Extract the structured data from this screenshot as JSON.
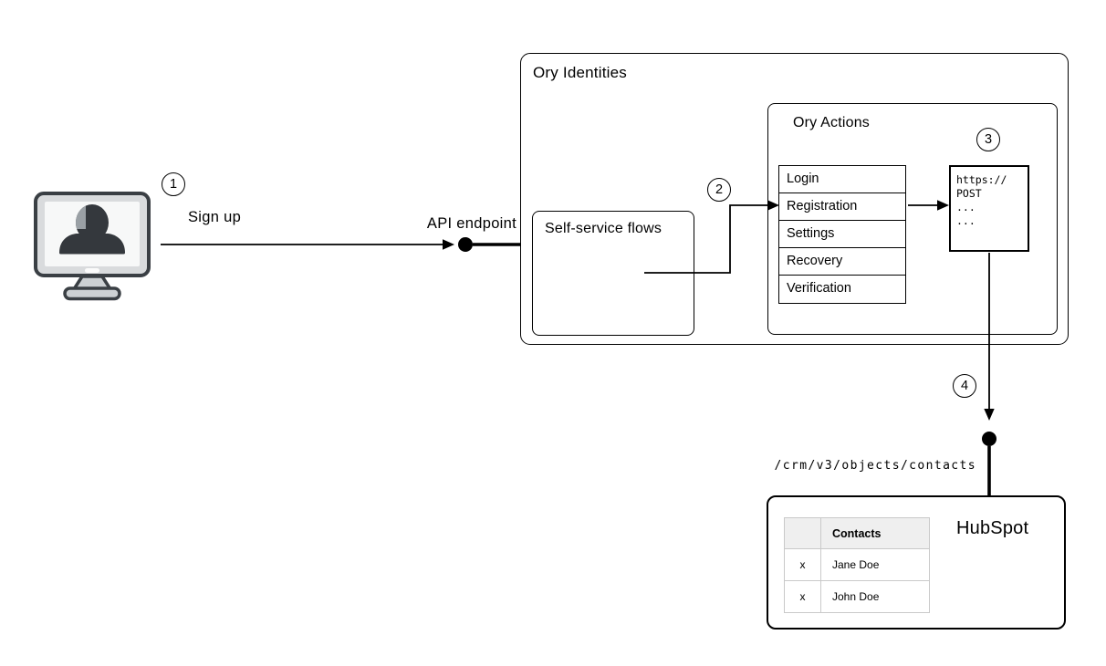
{
  "steps": {
    "one": "1",
    "two": "2",
    "three": "3",
    "four": "4"
  },
  "labels": {
    "sign_up": "Sign up",
    "api_endpoint": "API endpoint",
    "crm_path": "/crm/v3/objects/contacts"
  },
  "ory": {
    "title": "Ory Identities",
    "self_service_flows": {
      "title": "Self-service flows"
    },
    "actions": {
      "title": "Ory Actions",
      "flows": [
        "Login",
        "Registration",
        "Settings",
        "Recovery",
        "Verification"
      ],
      "webhook_code": [
        "https://",
        "POST",
        "...",
        "..."
      ]
    }
  },
  "hubspot": {
    "title": "HubSpot",
    "contacts_table": {
      "header": "Contacts",
      "rows": [
        {
          "mark": "x",
          "name": "Jane Doe"
        },
        {
          "mark": "x",
          "name": "John Doe"
        }
      ]
    }
  },
  "colors": {
    "line": "#000000",
    "table_border": "#c9c9c9",
    "table_header_bg": "#efefef",
    "device_dark": "#34383d",
    "device_frame": "#d9dbdd",
    "device_screen": "#f7f8f8"
  }
}
